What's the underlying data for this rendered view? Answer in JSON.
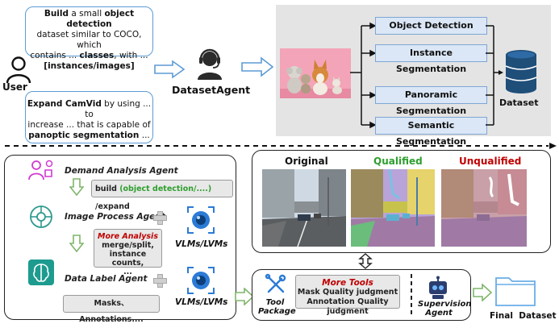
{
  "top": {
    "user_label": "User",
    "agent_label": "DatasetAgent",
    "bubble1": {
      "l1_a": "Build",
      "l1_b": " a small ",
      "l1_c": "object detection",
      "l2": "dataset similar to COCO, which",
      "l3_a": "contains ... ",
      "l3_b": "classes",
      "l3_c": ", with ...",
      "l4": "[instances/images]"
    },
    "bubble2": {
      "l1_a": "Expand CamVid",
      "l1_b": " by using ... to",
      "l2": "increase ... that is capable of",
      "l3_a": "panoptic segmentation",
      "l3_b": " ..."
    },
    "tasks": [
      "Object Detection",
      "Instance Segmentation",
      "Panoramic Segmentation",
      "Semantic Segmentation"
    ],
    "dataset_label": "Dataset"
  },
  "bottom": {
    "agents": [
      "Demand Analysis Agent",
      "Image Process Agent",
      "Data Label Agent"
    ],
    "build_box": {
      "pre": "build ",
      "highlight": "(object detection/....)",
      "post": " /expand"
    },
    "more_analysis": {
      "title": "More Analysis",
      "lines": [
        "merge/split,",
        "instance counts,",
        "..."
      ]
    },
    "vlm_label": "VLMs/LVMs",
    "masks_text": "Masks、Annotations....",
    "quality": {
      "original": "Original",
      "qualified": "Qualified",
      "unqualified": "Unqualified"
    },
    "tool_package": [
      "Tool",
      "Package"
    ],
    "more_tools": {
      "title": "More Tools",
      "lines": [
        "Mask Quality judgment",
        "Annotation Quality judgment"
      ]
    },
    "supervision": [
      "Supervision",
      "Agent"
    ],
    "final_dataset": "Final  Dataset"
  },
  "colors": {
    "accent_blue": "#5b9bd5",
    "qualified": "#2e9e2e",
    "unqualified": "#c00000",
    "arrow_green": "#7fb56a"
  }
}
